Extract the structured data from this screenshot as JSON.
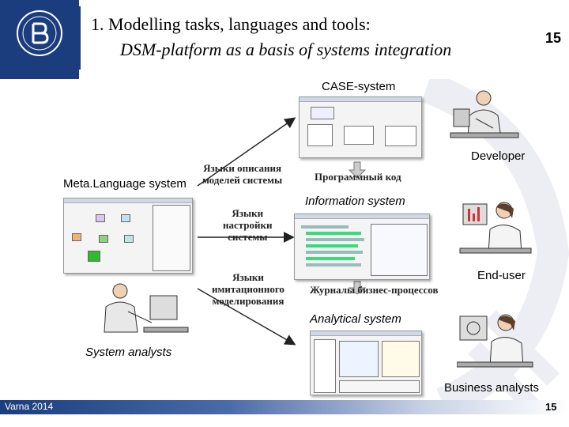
{
  "header": {
    "title_line1": "1.   Modelling tasks, languages and tools:",
    "title_line2": "DSM-platform as a basis of systems integration",
    "slide_number": "15"
  },
  "footer": {
    "left_text": "Varna 2014",
    "slide_number": "15"
  },
  "labels": {
    "case_system": "CASE-system",
    "developer": "Developer",
    "meta_language_system": "Meta.Language system",
    "information_system": "Information system",
    "end_user": "End-user",
    "analytical_system": "Analytical system",
    "system_analysts": "System analysts",
    "business_analysts": "Business analysts"
  },
  "russian_labels": {
    "description_languages_l1": "Языки описания",
    "description_languages_l2": "моделей системы",
    "program_code": "Программный код",
    "config_languages_l1": "Языки",
    "config_languages_l2": "настройки",
    "config_languages_l3": "системы",
    "simulation_languages_l1": "Языки",
    "simulation_languages_l2": "имитационного",
    "simulation_languages_l3": "моделирования",
    "business_process_logs": "Журналы бизнес-процессов"
  }
}
